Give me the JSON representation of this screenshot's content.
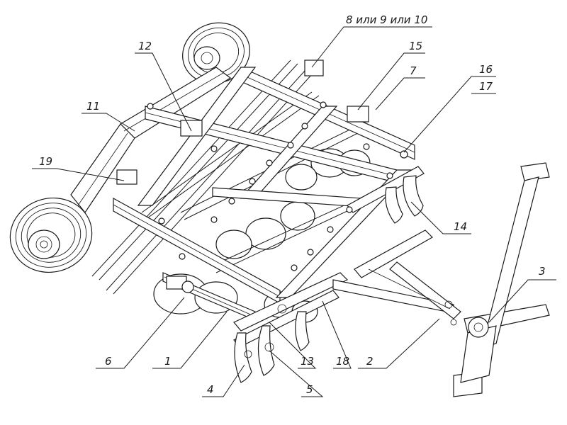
{
  "callouts": {
    "c1": "1",
    "c2": "2",
    "c3": "3",
    "c4": "4",
    "c5": "5",
    "c6": "6",
    "c7": "7",
    "c8": "8 или 9 или 10",
    "c11": "11",
    "c12": "12",
    "c13": "13",
    "c14": "14",
    "c15": "15",
    "c16": "16",
    "c17": "17",
    "c18": "18",
    "c19": "19"
  },
  "colors": {
    "ink": "#1a1a1a",
    "paper": "#ffffff"
  }
}
